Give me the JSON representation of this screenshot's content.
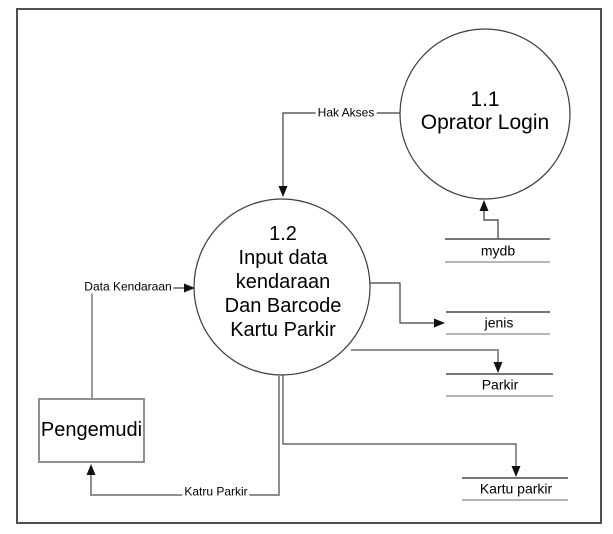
{
  "colors": {
    "background": "#ffffff",
    "frame_border": "#4f4f4f",
    "line_dark": "#3d3d3d",
    "line_gray": "#8f8f8f",
    "store_line_top": "#4a4a4a",
    "store_line_bottom": "#9e9e9e",
    "arrowhead": "#111111",
    "text": "#000000"
  },
  "processes": [
    {
      "id": "1.1",
      "name_lines": [
        "Oprator Login"
      ]
    },
    {
      "id": "1.2",
      "name_lines": [
        "Input data",
        "kendaraan",
        "Dan Barcode",
        "Kartu Parkir"
      ]
    }
  ],
  "external_entities": [
    {
      "name": "Pengemudi"
    }
  ],
  "data_stores": [
    {
      "name": "mydb"
    },
    {
      "name": "jenis"
    },
    {
      "name": "Parkir"
    },
    {
      "name": "Kartu parkir"
    }
  ],
  "flows": [
    {
      "label": "Hak Akses",
      "from": "1.1 Oprator Login",
      "to": "1.2 Input data kendaraan Dan Barcode Kartu Parkir"
    },
    {
      "label": "Data Kendaraan",
      "from": "Pengemudi",
      "to": "1.2 Input data kendaraan Dan Barcode Kartu Parkir"
    },
    {
      "label": "Katru Parkir",
      "from": "1.2 Input data kendaraan Dan Barcode Kartu Parkir",
      "to": "Pengemudi"
    },
    {
      "label": "",
      "from": "mydb",
      "to": "1.1 Oprator Login"
    },
    {
      "label": "",
      "from": "1.2 Input data kendaraan Dan Barcode Kartu Parkir",
      "to": "jenis"
    },
    {
      "label": "",
      "from": "1.2 Input data kendaraan Dan Barcode Kartu Parkir",
      "to": "Parkir"
    },
    {
      "label": "",
      "from": "1.2 Input data kendaraan Dan Barcode Kartu Parkir",
      "to": "Kartu parkir"
    }
  ]
}
